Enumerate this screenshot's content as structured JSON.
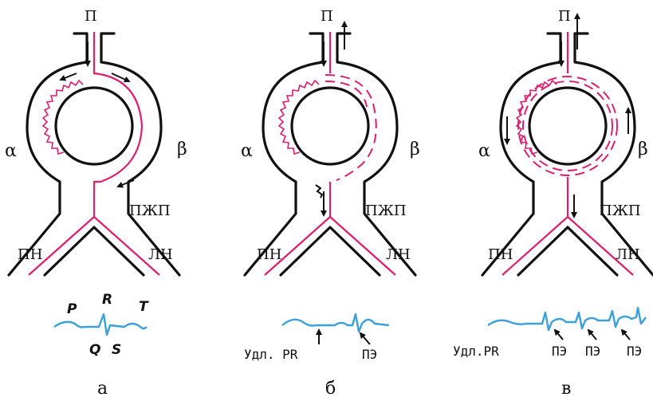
{
  "panels": [
    {
      "caption": "а",
      "top_label": "П",
      "left_label": "α",
      "right_label": "β",
      "pzhp_label": "ПЖП",
      "left_branch_label": "ПН",
      "right_branch_label": "ЛН",
      "ecg_labels": {
        "p": "P",
        "r": "R",
        "t": "T",
        "q": "Q",
        "s": "S"
      }
    },
    {
      "caption": "б",
      "top_label": "П",
      "left_label": "α",
      "right_label": "β",
      "pzhp_label": "ПЖП",
      "left_branch_label": "ПН",
      "right_branch_label": "ЛН",
      "ecg_labels": {
        "delay": "Удл. PR",
        "pe": "ПЭ"
      }
    },
    {
      "caption": "в",
      "top_label": "П",
      "left_label": "α",
      "right_label": "β",
      "pzhp_label": "ПЖП",
      "left_branch_label": "ПН",
      "right_branch_label": "ЛН",
      "ecg_labels": {
        "delay": "Удл.PR",
        "pe1": "ПЭ",
        "pe2": "ПЭ",
        "pe3": "ПЭ"
      }
    }
  ],
  "colors": {
    "wall": "#111111",
    "pathway": "#e01e6e",
    "ecg": "#3aa0dc"
  }
}
